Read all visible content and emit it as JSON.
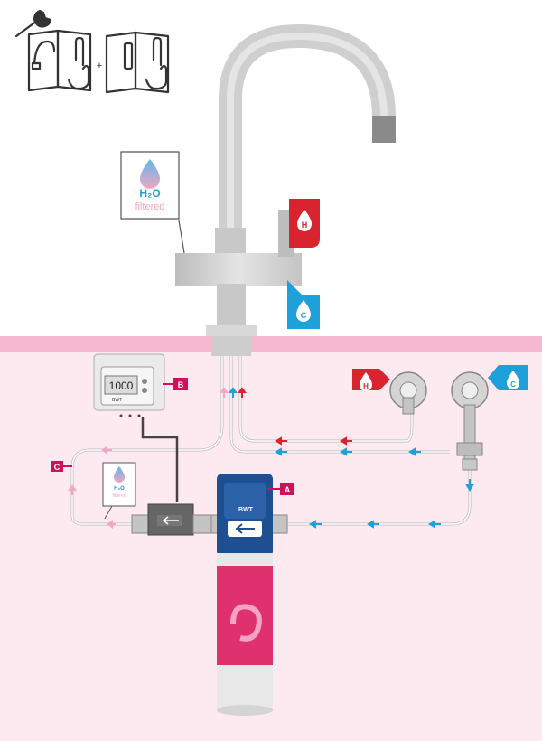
{
  "labels": {
    "h2o": "H₂O",
    "filtered": "filtered",
    "hot": "H",
    "cold": "C",
    "a": "A",
    "b": "B",
    "c": "C",
    "display": "1000",
    "bwt": "BWT",
    "plus": "+"
  },
  "colors": {
    "counter": "#f6b8cf",
    "under_counter": "#fde9f0",
    "hot": "#d9232e",
    "cold": "#1ea0da",
    "marker": "#d1105b",
    "filtered": "#f2a6c4",
    "tap": "#cfcfcf",
    "filter_body": "#e0316f",
    "filter_head": "#1d4f91"
  },
  "icons": [
    "manual-tools-icon",
    "hot-water-icon",
    "cold-water-icon",
    "water-drop-icon",
    "flow-arrow-icon",
    "bwt-logo-icon"
  ]
}
